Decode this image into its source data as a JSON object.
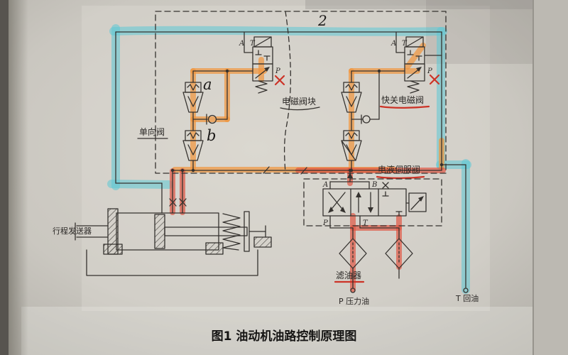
{
  "figure": {
    "caption": "图1 油动机油路控制原理图"
  },
  "labels": {
    "solenoid_block": "电磁阀块",
    "quick_close_valve": "快关电磁阀",
    "check_valve": "单向阀",
    "servo_valve": "电液伺服阀",
    "stroke_transmitter": "行程发送器",
    "oil_filter": "滤油器",
    "pressure_oil": "P 压力油",
    "return_oil": "T 回油"
  },
  "handwriting": {
    "mark_a": "a",
    "mark_b": "b",
    "mark_2": "2"
  },
  "ports": {
    "left_valve": {
      "a": "A",
      "t": "T",
      "p": "P"
    },
    "right_valve": {
      "a": "A",
      "t": "T",
      "p": "P"
    },
    "servo": {
      "a": "A",
      "b": "B",
      "p": "P",
      "t": "T"
    }
  },
  "colors": {
    "paper": "#cdcac3",
    "ink": "#35322f",
    "highlight_cyan": "#5cc8d6",
    "highlight_orange": "#f0953f",
    "highlight_red": "#e05340"
  }
}
